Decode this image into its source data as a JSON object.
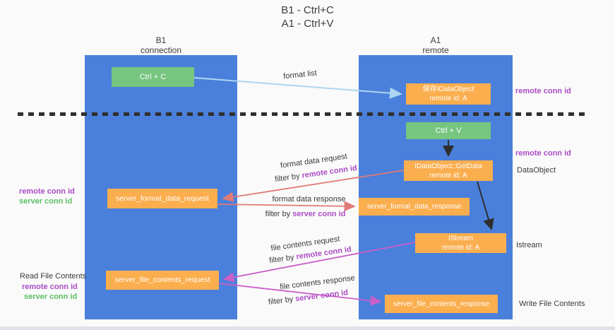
{
  "title": {
    "line1": "B1 - Ctrl+C",
    "line2": "A1 - Ctrl+V"
  },
  "lifelines": {
    "left": {
      "name": "B1",
      "subtitle": "connection"
    },
    "right": {
      "name": "A1",
      "subtitle": "remote"
    }
  },
  "nodes": {
    "ctrl_c": "Ctrl + C",
    "ctrl_v": "Ctrl + V",
    "store_idataobject": {
      "title": "保存IDataObject",
      "subtitle": "remote id: A"
    },
    "getdata": {
      "title": "IDataObject::GetData",
      "subtitle": "remote id: A"
    },
    "istream": {
      "title": "IStream",
      "subtitle": "remote id: A"
    },
    "server_format_data_request": "server_format_data_request",
    "server_format_data_response": "server_format_data_response",
    "server_file_contents_request": "server_file_contents_request",
    "server_file_contents_response": "server_file_contents_response"
  },
  "side_labels": {
    "right_remote_conn_id_top": "remote conn id",
    "right_remote_conn_id_mid": "remote conn id",
    "dataobject": "DataObject",
    "istream": "Istream",
    "write_file_contents": "Write File Contents",
    "left_remote_conn_id_mid": "remote conn id",
    "left_server_conn_id_mid": "server conn id",
    "read_file_contents": "Read File Contents",
    "left_remote_conn_id_bottom": "remote conn id",
    "left_server_conn_id_bottom": "server conn id"
  },
  "flow_labels": {
    "format_list": "format list",
    "format_data_request": "format data request",
    "format_data_response": "format data response",
    "file_contents_request": "file contents request",
    "file_contents_response": "file contents response",
    "filter_by_prefix": "filter by ",
    "remote_conn_id": "remote conn id",
    "server_conn_id": "server conn id"
  },
  "colors": {
    "background": "#FAFAFA",
    "column_blue": "#4A80DB",
    "node_green": "#77C57F",
    "node_orange": "#FBAE4E",
    "arrow_salmon": "#E07A76",
    "arrow_magenta": "#C95FC9",
    "arrow_light_blue": "#ADD6F2",
    "arrow_black": "#2E2E2E",
    "label_purple": "#AB4BC4",
    "label_green": "#5BBE63",
    "text_dark": "#3A3A3A"
  }
}
